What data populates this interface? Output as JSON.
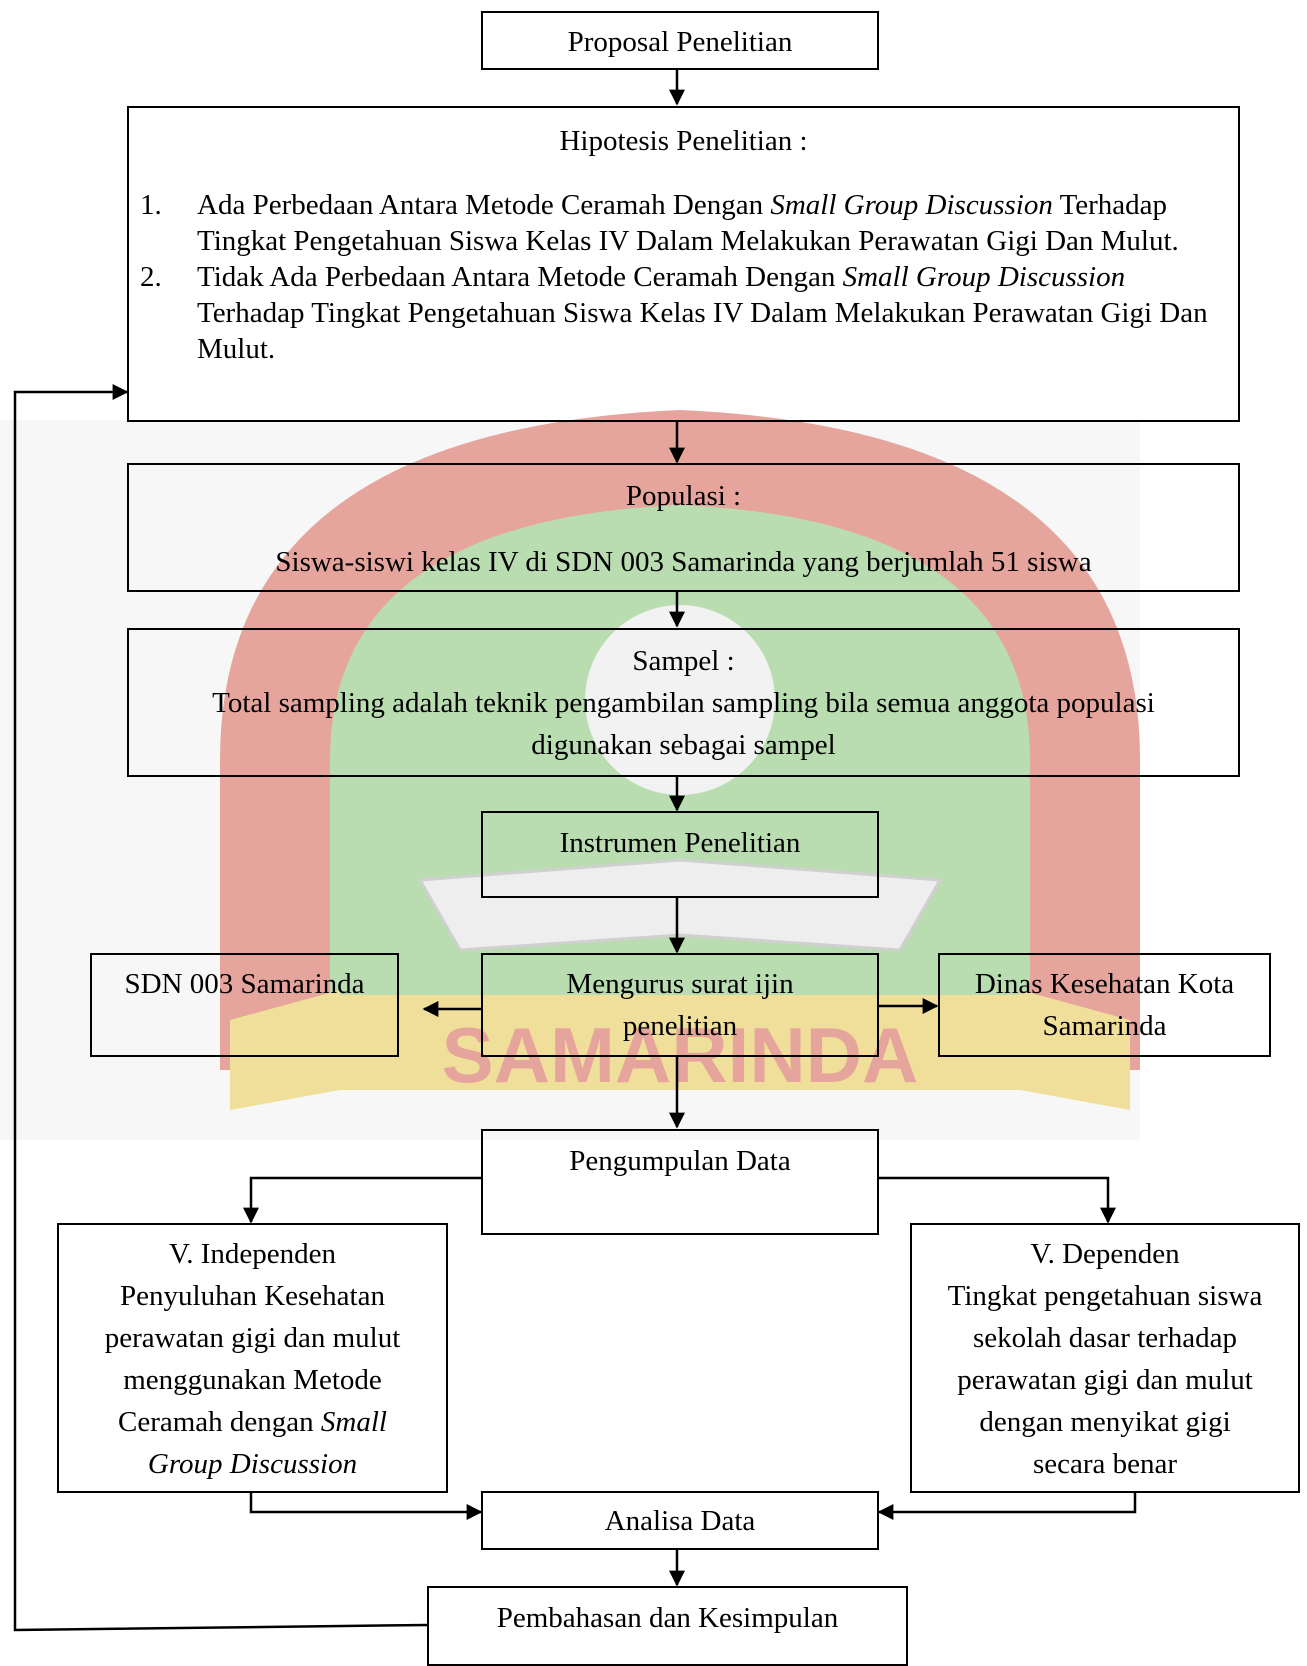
{
  "diagram": {
    "proposal": "Proposal Penelitian",
    "hypothesis": {
      "title": "Hipotesis Penelitian :",
      "items": [
        {
          "num": "1.",
          "pre": "Ada Perbedaan Antara Metode Ceramah Dengan ",
          "italic": "Small Group Discussion",
          "post": " Terhadap Tingkat Pengetahuan Siswa Kelas IV Dalam Melakukan Perawatan Gigi Dan Mulut."
        },
        {
          "num": "2.",
          "pre": "Tidak Ada Perbedaan Antara Metode Ceramah Dengan ",
          "italic": "Small Group Discussion",
          "post": " Terhadap Tingkat Pengetahuan Siswa Kelas IV Dalam Melakukan Perawatan Gigi Dan Mulut."
        }
      ]
    },
    "population": {
      "title": "Populasi :",
      "text": "Siswa-siswi kelas IV di SDN 003 Samarinda yang berjumlah 51 siswa"
    },
    "sample": {
      "title": "Sampel :",
      "line1": "Total sampling adalah teknik pengambilan sampling bila semua anggota populasi",
      "line2": "digunakan sebagai sampel"
    },
    "instrument": "Instrumen Penelitian",
    "permit": {
      "line1": "Mengurus surat ijin",
      "line2": "penelitian"
    },
    "school": "SDN 003 Samarinda",
    "health_office": {
      "line1": "Dinas Kesehatan Kota",
      "line2": "Samarinda"
    },
    "collection": "Pengumpulan Data",
    "independent": {
      "title": "V. Independen",
      "line1": "Penyuluhan Kesehatan",
      "line2": "perawatan gigi dan mulut",
      "line3": "menggunakan Metode",
      "line4_pre": "Ceramah dengan ",
      "line4_italic": "Small",
      "line5_italic": "Group Discussion"
    },
    "dependent": {
      "title": "V. Dependen",
      "line1": "Tingkat pengetahuan siswa",
      "line2": "sekolah dasar terhadap",
      "line3": "perawatan gigi dan mulut",
      "line4": "dengan menyikat gigi",
      "line5": "secara benar"
    },
    "analysis": "Analisa Data",
    "conclusion": "Pembahasan dan Kesimpulan"
  },
  "watermark": {
    "text": "SAMARINDA"
  },
  "colors": {
    "line": "#000000",
    "watermark_red": "#e6a59c",
    "watermark_green": "#b9dcb0",
    "watermark_yellow": "#f0df9a"
  }
}
